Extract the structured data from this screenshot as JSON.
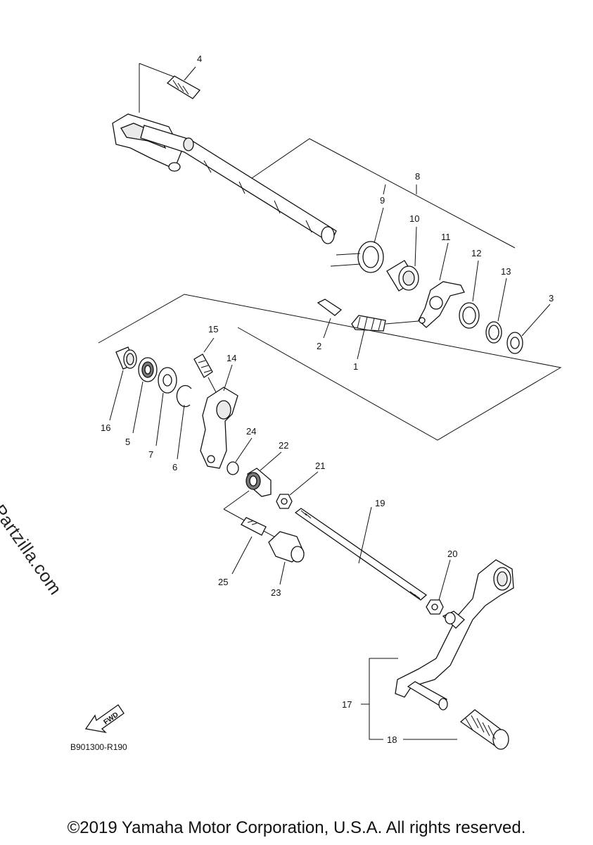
{
  "callouts": [
    "1",
    "2",
    "3",
    "4",
    "5",
    "6",
    "7",
    "8",
    "9",
    "10",
    "11",
    "12",
    "13",
    "14",
    "15",
    "16",
    "17",
    "18",
    "19",
    "20",
    "21",
    "22",
    "23",
    "24",
    "25"
  ],
  "fwd_label": "FWD",
  "reference_code": "B901300-R190",
  "watermark": "© Partzilla.com",
  "copyright": "©2019 Yamaha Motor Corporation, U.S.A. All rights reserved."
}
